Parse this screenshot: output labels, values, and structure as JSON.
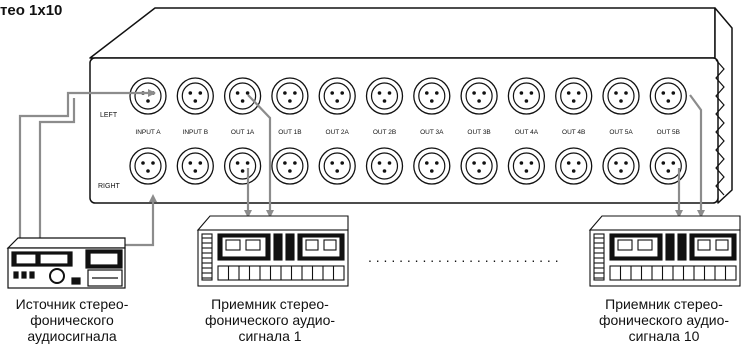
{
  "title": "тео 1x10",
  "row_labels": {
    "left": "LEFT",
    "right": "RIGHT"
  },
  "port_labels": [
    "INPUT A",
    "INPUT B",
    "OUT 1A",
    "OUT 1B",
    "OUT 2A",
    "OUT 2B",
    "OUT 3A",
    "OUT 3B",
    "OUT 4A",
    "OUT 4B",
    "OUT 5A",
    "OUT 5B"
  ],
  "captions": {
    "source": [
      "Источник стерео-",
      "фонического",
      "аудиосигнала"
    ],
    "receiver_1": [
      "Приемник стерео-",
      "фонического аудио-",
      "сигнала 1"
    ],
    "receiver_10": [
      "Приемник стерео-",
      "фонического аудио-",
      "сигнала 10"
    ]
  },
  "colors": {
    "line": "#111111",
    "cable": "#8c8c8c",
    "fill": "#ffffff"
  }
}
